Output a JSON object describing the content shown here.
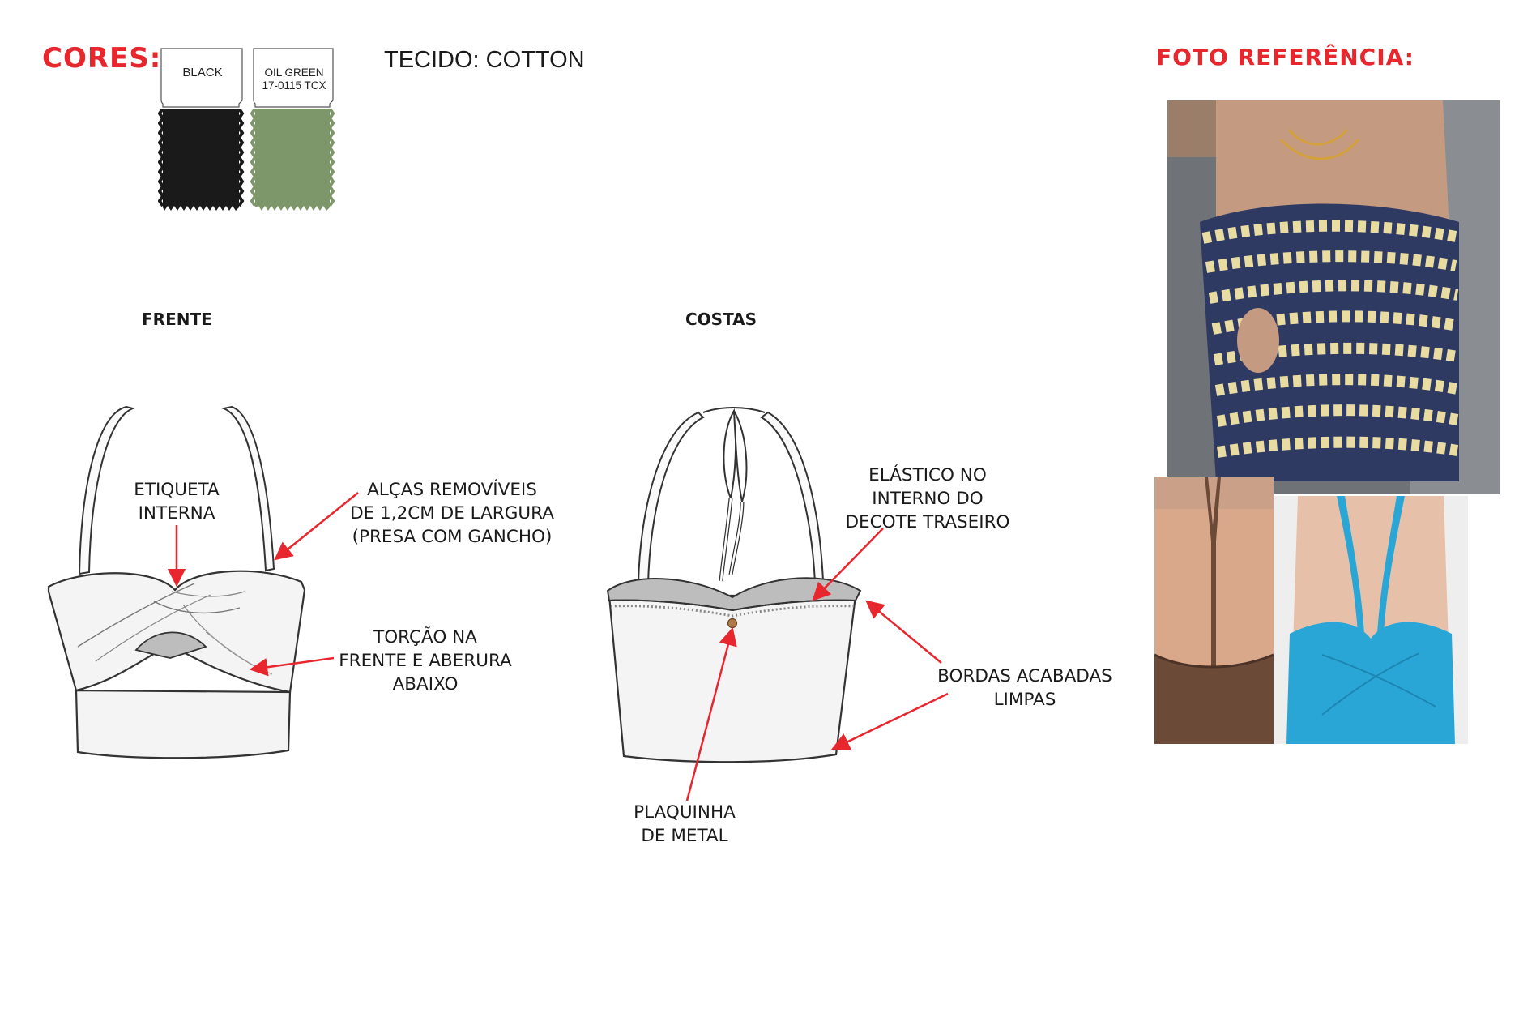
{
  "header": {
    "colors_title": "CORES:",
    "fabric_label": "TECIDO: COTTON",
    "reference_title": "FOTO REFERÊNCIA:"
  },
  "swatches": [
    {
      "name": "BLACK",
      "code": "",
      "color": "#1a1a1a"
    },
    {
      "name": "OIL GREEN",
      "code": "17-0115 TCX",
      "color": "#7e976a"
    }
  ],
  "views": {
    "front_label": "FRENTE",
    "back_label": "COSTAS"
  },
  "notes": {
    "internal_label": [
      "ETIQUETA",
      "INTERNA"
    ],
    "removable_straps": [
      "ALÇAS REMOVÍVEIS",
      "DE 1,2CM DE LARGURA",
      "(PRESA COM GANCHO)"
    ],
    "twist_front": [
      "TORÇÃO NA",
      "FRENTE E ABERURA",
      "ABAIXO"
    ],
    "elastic": [
      "ELÁSTICO NO",
      "INTERNO DO",
      "DECOTE TRASEIRO"
    ],
    "clean_edges": [
      "BORDAS ACABADAS",
      "LIMPAS"
    ],
    "metal_plate": [
      "PLAQUINHA",
      "DE METAL"
    ]
  },
  "colors": {
    "accent_red": "#e8262d",
    "garment_fill": "#f4f4f4",
    "garment_stroke": "#333333",
    "lining_gray": "#bdbdbd",
    "plate_bronze": "#b07a4a"
  }
}
